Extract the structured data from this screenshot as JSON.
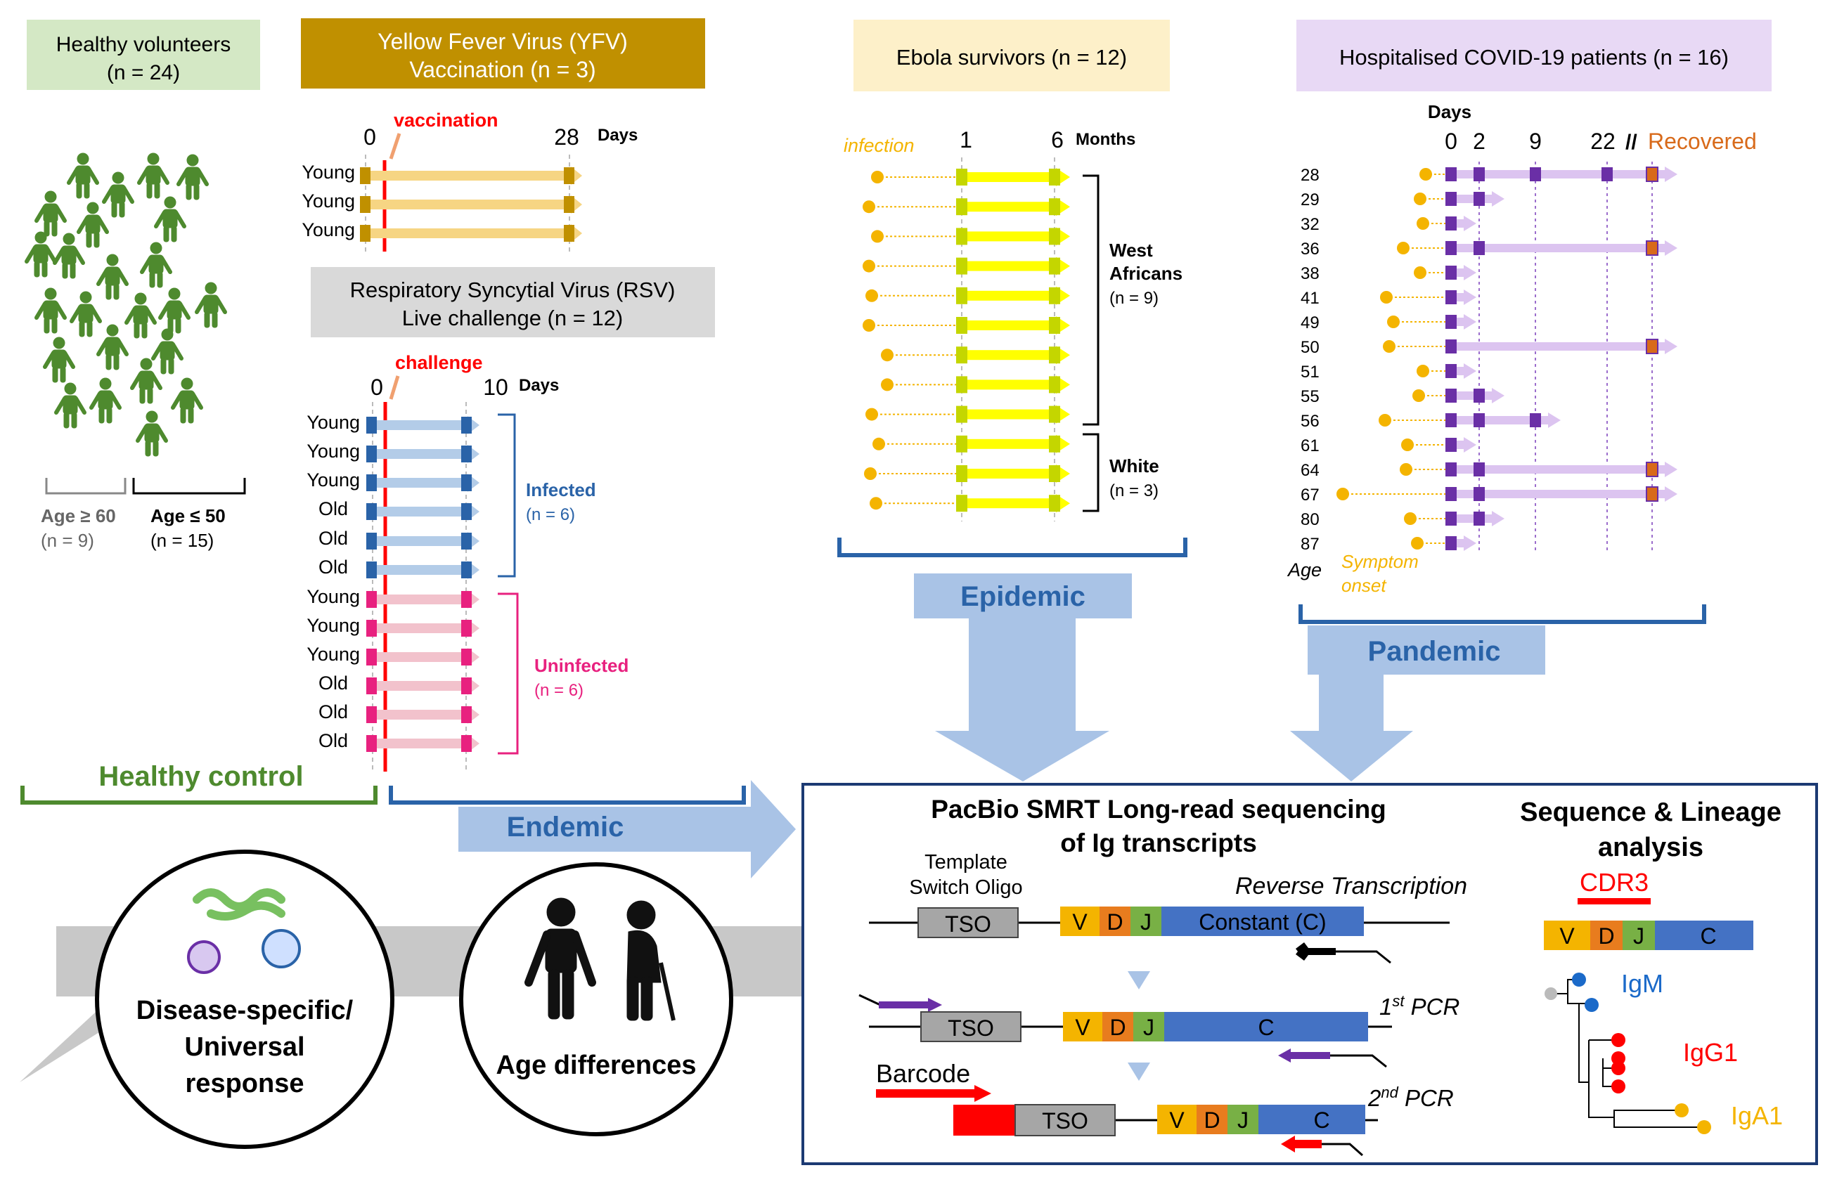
{
  "colors": {
    "healthy_green": "#4e8a2e",
    "yfv_gold": "#c09000",
    "rsv_blue": "#2a63a8",
    "rsv_pink": "#e8217f",
    "ebola_yellow": "#ffff00",
    "ebola_dot": "#f4b400",
    "covid_purple": "#6a2fa6",
    "recovered_orange": "#d86a1a",
    "arrow_lightblue": "#a9c3e6",
    "vaccination_red": "#ff0000"
  },
  "healthy": {
    "title_line1": "Healthy volunteers",
    "title_line2": "(n = 24)",
    "old_label": "Age ≥ 60",
    "old_n": "(n = 9)",
    "young_label": "Age ≤ 50",
    "young_n": "(n = 15)",
    "bracket_label": "Healthy control"
  },
  "yfv": {
    "title_line1": "Yellow Fever Virus (YFV)",
    "title_line2": "Vaccination (n = 3)",
    "day_start": "0",
    "day_end": "28",
    "days_label": "Days",
    "event_label": "vaccination",
    "rows": [
      "Young",
      "Young",
      "Young"
    ]
  },
  "rsv": {
    "title_line1": "Respiratory Syncytial Virus (RSV)",
    "title_line2": "Live challenge (n = 12)",
    "day_start": "0",
    "day_end": "10",
    "days_label": "Days",
    "event_label": "challenge",
    "rows": [
      "Young",
      "Young",
      "Young",
      "Old",
      "Old",
      "Old",
      "Young",
      "Young",
      "Young",
      "Old",
      "Old",
      "Old"
    ],
    "infected_label": "Infected",
    "infected_n": "(n = 6)",
    "uninfected_label": "Uninfected",
    "uninfected_n": "(n = 6)"
  },
  "ebola": {
    "title": "Ebola survivors (n = 12)",
    "infection_label": "infection",
    "month_1": "1",
    "month_6": "6",
    "months_label": "Months",
    "group1_line1": "West",
    "group1_line2": "Africans",
    "group1_n": "(n = 9)",
    "group2_label": "White",
    "group2_n": "(n = 3)",
    "category": "Epidemic"
  },
  "covid": {
    "title": "Hospitalised COVID-19 patients (n = 16)",
    "days_label": "Days",
    "day_0": "0",
    "day_2": "2",
    "day_9": "9",
    "day_22": "22",
    "break_mark": "//",
    "recovered_label": "Recovered",
    "ages": [
      "28",
      "29",
      "32",
      "36",
      "38",
      "41",
      "49",
      "50",
      "51",
      "55",
      "56",
      "61",
      "64",
      "67",
      "80",
      "87"
    ],
    "age_label": "Age",
    "symptom_line1": "Symptom",
    "symptom_line2": "onset",
    "category": "Pandemic"
  },
  "endemic_label": "Endemic",
  "circles": {
    "disease_line1": "Disease-specific/",
    "disease_line2": "Universal",
    "disease_line3": "response",
    "age_diff": "Age differences"
  },
  "pacbio": {
    "title_line1": "PacBio SMRT Long-read sequencing",
    "title_line2": "of Ig transcripts",
    "template_line1": "Template",
    "template_line2": "Switch Oligo",
    "rt_label": "Reverse Transcription",
    "tso": "TSO",
    "v": "V",
    "d": "D",
    "j": "J",
    "constant": "Constant (C)",
    "c": "C",
    "pcr1_sup": "1",
    "pcr1_sup_text": "st",
    "pcr1_label": " PCR",
    "pcr2_sup": "2",
    "pcr2_sup_text": "nd",
    "pcr2_label": " PCR",
    "barcode": "Barcode"
  },
  "lineage": {
    "title_line1": "Sequence & Lineage",
    "title_line2": "analysis",
    "cdr3": "CDR3",
    "igm": "IgM",
    "igg1": "IgG1",
    "iga1": "IgA1"
  }
}
